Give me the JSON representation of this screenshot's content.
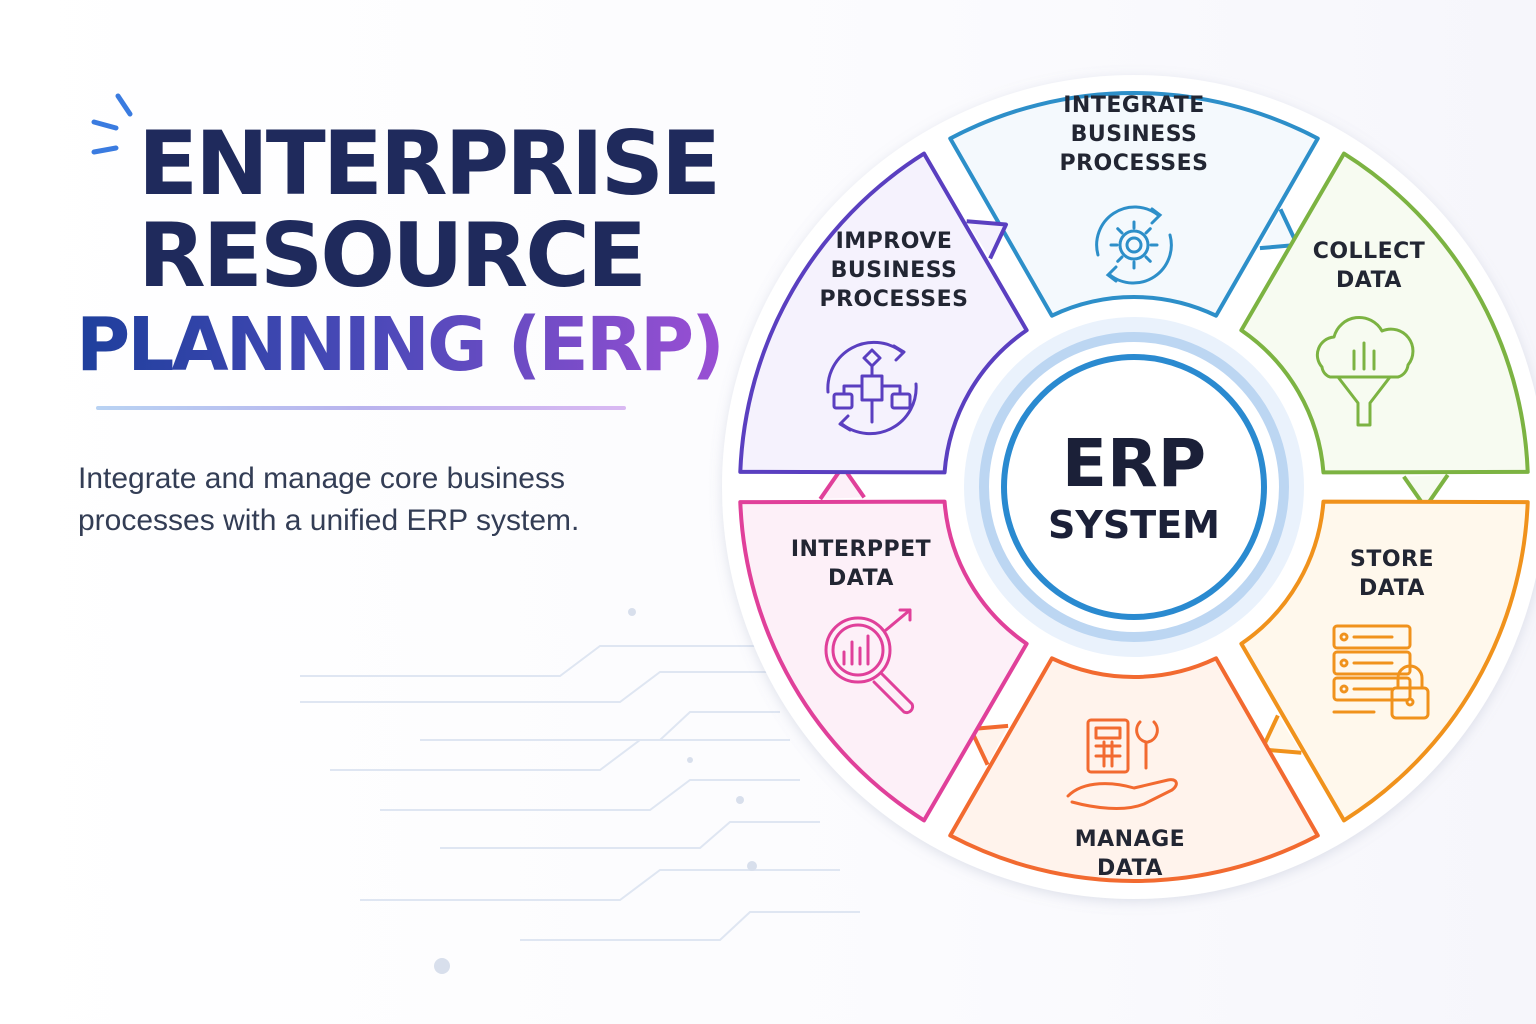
{
  "title": {
    "line1": "ENTERPRISE",
    "line2": "RESOURCE",
    "line3": "PLANNING (ERP)"
  },
  "subtitle": "Integrate and manage core business processes with a unified ERP system.",
  "center": {
    "line1": "ERP",
    "line2": "SYSTEM"
  },
  "segments": [
    {
      "id": "integrate",
      "lines": [
        "INTEGRATE",
        "BUSINESS",
        "PROCESSES"
      ],
      "color": "#2d8fc9",
      "fill": "#f4f9fd",
      "icon": "gear-cycle-icon"
    },
    {
      "id": "collect",
      "lines": [
        "COLLECT",
        "DATA"
      ],
      "color": "#7cb342",
      "fill": "#f7fbf1",
      "icon": "cloud-funnel-icon"
    },
    {
      "id": "store",
      "lines": [
        "STORE",
        "DATA"
      ],
      "color": "#f0921c",
      "fill": "#fff8ec",
      "icon": "server-lock-icon"
    },
    {
      "id": "manage",
      "lines": [
        "MANAGE",
        "DATA"
      ],
      "color": "#f26a30",
      "fill": "#fff3ec",
      "icon": "hand-calculator-wrench-icon"
    },
    {
      "id": "interpret",
      "lines": [
        "INTERPPET",
        "DATA"
      ],
      "color": "#e0409a",
      "fill": "#fdf0f8",
      "icon": "magnifier-chart-icon"
    },
    {
      "id": "improve",
      "lines": [
        "IMPROVE",
        "BUSINESS",
        "PROCESSES"
      ],
      "color": "#5a3fc0",
      "fill": "#f5f2fd",
      "icon": "flowchart-cycle-icon"
    }
  ]
}
